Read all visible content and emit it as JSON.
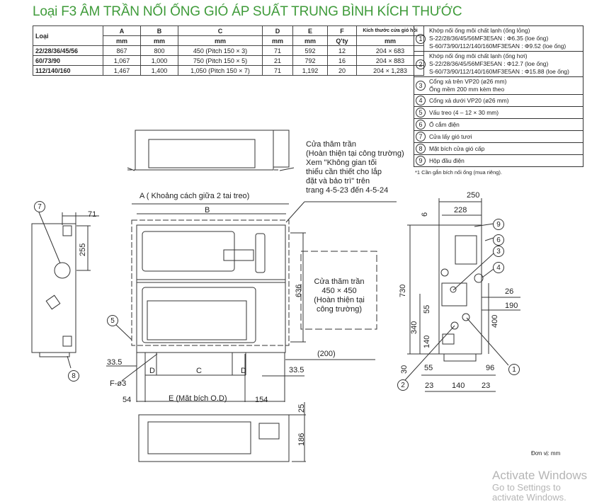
{
  "title": "Loại F3 ÂM TRẦN NỐI ỐNG GIÓ ÁP SUẤT TRUNG BÌNH KÍCH THƯỚC",
  "table": {
    "model_header": "Loại",
    "columns": [
      {
        "name": "A",
        "unit": "mm"
      },
      {
        "name": "B",
        "unit": "mm"
      },
      {
        "name": "C",
        "unit": "mm"
      },
      {
        "name": "D",
        "unit": "mm"
      },
      {
        "name": "E",
        "unit": "mm"
      },
      {
        "name": "F",
        "unit": "Q'ty"
      },
      {
        "name": "Kích thước cửa gió hồi",
        "unit": "mm"
      }
    ],
    "rows": [
      {
        "model": "22/28/36/45/56",
        "values": [
          "867",
          "800",
          "450 (Pitch 150 × 3)",
          "71",
          "592",
          "12",
          "204 × 683"
        ]
      },
      {
        "model": "60/73/90",
        "values": [
          "1,067",
          "1,000",
          "750 (Pitch 150 × 5)",
          "21",
          "792",
          "16",
          "204 × 883"
        ]
      },
      {
        "model": "112/140/160",
        "values": [
          "1,467",
          "1,400",
          "1,050 (Pitch 150 × 7)",
          "71",
          "1,192",
          "20",
          "204 × 1,283"
        ]
      }
    ]
  },
  "legend": [
    {
      "num": "1",
      "lines": [
        "Khớp nối ống môi chất lạnh (ống lỏng)",
        "S-22/28/36/45/56MF3E5AN : Φ6.35 (loe ống)",
        "S-60/73/90/112/140/160MF3E5AN : Φ9.52 (loe ống)"
      ]
    },
    {
      "num": "2",
      "lines": [
        "Khớp nối ống môi chất lạnh (ống hơi)",
        "S-22/28/36/45/56MF3E5AN : Φ12.7 (loe ống)",
        "S-60/73/90/112/140/160MF3E5AN : Φ15.88 (loe ống)"
      ]
    },
    {
      "num": "3",
      "lines": [
        "Cổng xả trên VP20 (ø26 mm)",
        "Ống mềm 200 mm kèm theo"
      ]
    },
    {
      "num": "4",
      "lines": [
        "Cổng xả dưới VP20 (ø26 mm)"
      ]
    },
    {
      "num": "5",
      "lines": [
        "Vấu treo (4 – 12 × 30 mm)"
      ]
    },
    {
      "num": "6",
      "lines": [
        "Ổ cắm điện"
      ]
    },
    {
      "num": "7",
      "lines": [
        "Cửa lấy gió tươi"
      ]
    },
    {
      "num": "8",
      "lines": [
        "Mặt bích cửa gió cấp"
      ]
    },
    {
      "num": "9",
      "lines": [
        "Hộp đầu điện"
      ]
    }
  ],
  "footnote": "*1  Cần gắn bích nối ống (mua riêng).",
  "drawing": {
    "ceiling_note": [
      "Cửa thăm trần",
      "(Hoàn thiện tại công trường)",
      "Xem \"Không gian tối",
      "thiểu cần thiết cho lắp",
      "đặt và bảo trì\" trên",
      " trang 4-5-23 đến 4-5-24"
    ],
    "inspection_box": [
      "Cửa thăm trần",
      "450 × 450",
      "(Hoàn thiện tại",
      "công trường)"
    ],
    "dims": {
      "side_71": "71",
      "side_255": "255",
      "a_label": "A ( Khoảng cách giữa 2 tai treo)",
      "b_label": "B",
      "front_636": "636",
      "left_335": "33.5",
      "right_335": "33.5",
      "d1": "D",
      "c": "C",
      "d2": "D",
      "f": "F-ø3",
      "d54": "54",
      "e_label": "E (Mặt bích O.D)",
      "d154": "154",
      "d200": "(200)",
      "bottom_25": "25",
      "bottom_186": "186",
      "r250": "250",
      "r228": "228",
      "r6": "6",
      "r730": "730",
      "r26": "26",
      "r190": "190",
      "r55a": "55",
      "r340": "340",
      "r400": "400",
      "r140a": "140",
      "r30": "30",
      "r55b": "55",
      "r96": "96",
      "r23a": "23",
      "r140b": "140",
      "r23b": "23"
    },
    "callouts": {
      "c7": "7",
      "c8": "8",
      "c5": "5",
      "c9": "9",
      "c6": "6",
      "c3": "3",
      "c4": "4",
      "c1": "1",
      "c2": "2"
    }
  },
  "unit_note": "Đơn vị: mm",
  "watermark": {
    "line1": "Activate Windows",
    "line2": "Go to Settings to activate Windows."
  }
}
